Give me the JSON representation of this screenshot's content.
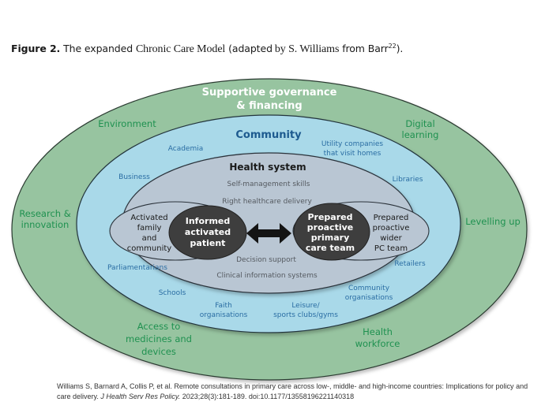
{
  "caption": {
    "figure_label": "Figure 2.",
    "part1": "The expanded",
    "part2": "Chronic Care Model",
    "part3": "(adapted",
    "part4": "by S. Williams",
    "part5": "from Barr",
    "superscript": "22",
    "part6": ")."
  },
  "outer_ring": {
    "title_line1": "Supportive governance",
    "title_line2": "& financing",
    "items": {
      "environment": "Environment",
      "digital_line1": "Digital",
      "digital_line2": "learning",
      "research_line1": "Research &",
      "research_line2": "innovation",
      "levelling": "Levelling up",
      "access_line1": "Access to",
      "access_line2": "medicines and",
      "access_line3": "devices",
      "workforce_line1": "Health",
      "workforce_line2": "workforce"
    }
  },
  "community_ring": {
    "title": "Community",
    "items": {
      "academia": "Academia",
      "utility_line1": "Utility companies",
      "utility_line2": "that visit homes",
      "business": "Business",
      "libraries": "Libraries",
      "parliamentarians": "Parliamentarians",
      "retailers": "Retailers",
      "schools": "Schools",
      "community_org_line1": "Community",
      "community_org_line2": "organisations",
      "faith_line1": "Faith",
      "faith_line2": "organisations",
      "leisure_line1": "Leisure/",
      "leisure_line2": "sports clubs/gyms"
    }
  },
  "health_system": {
    "title": "Health system",
    "items": {
      "self_management": "Self-management skills",
      "right_delivery": "Right healthcare delivery",
      "decision_support": "Decision support",
      "clinical_info": "Clinical information systems"
    }
  },
  "left_group": {
    "outer_line1": "Activated",
    "outer_line2": "family",
    "outer_line3": "and",
    "outer_line4": "community",
    "inner_line1": "Informed",
    "inner_line2": "activated",
    "inner_line3": "patient"
  },
  "right_group": {
    "inner_line1": "Prepared",
    "inner_line2": "proactive",
    "inner_line3": "primary",
    "inner_line4": "care team",
    "outer_line1": "Prepared",
    "outer_line2": "proactive",
    "outer_line3": "wider",
    "outer_line4": "PC team"
  },
  "citation": {
    "text": "Williams S, Barnard A, Collis P, et al. Remote  consultations in primary care across low-, middle- and high-income countries: Implications for policy and care delivery.",
    "journal": "J Health Serv Res Policy.",
    "ref": "2023;28(3):181-189. doi:10.1177/13558196221140318"
  },
  "colors": {
    "outer_ring": "#97c4a0",
    "community": "#a9d9e9",
    "health_system": "#b9c6d3",
    "dark_node": "#3e3e3e",
    "green_text": "#1f9150",
    "blue_text": "#2a6da3",
    "community_title": "#1d5a8f",
    "gray_text": "#555a60"
  }
}
